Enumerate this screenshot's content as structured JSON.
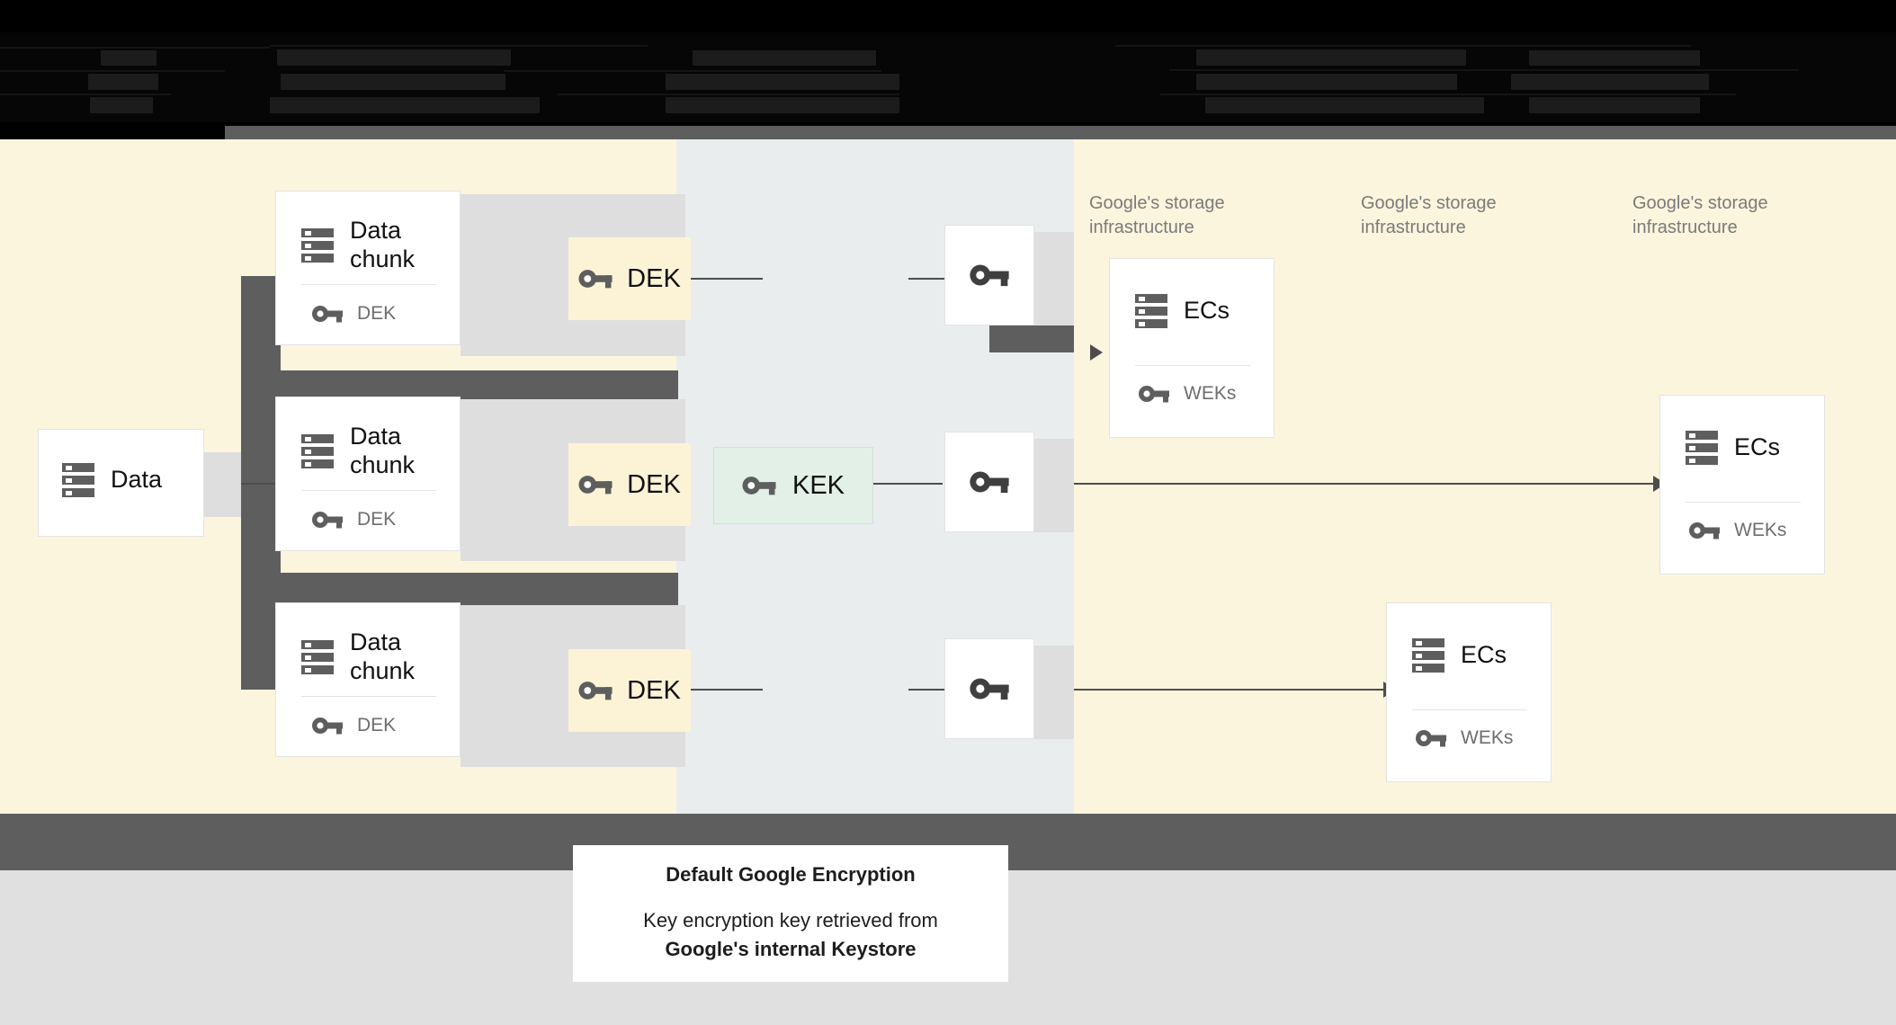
{
  "header": {
    "note": "obscured-dark-text",
    "rows": 3
  },
  "zones": [
    {
      "label": "Google's storage\ninfrastructure"
    },
    {
      "label": "Google's storage\ninfrastructure"
    },
    {
      "label": "Google's storage\ninfrastructure"
    }
  ],
  "source": {
    "label": "Data",
    "icon": "storage-icon"
  },
  "chunks": [
    {
      "title": "Data\nchunk",
      "key_label": "DEK",
      "icon": "storage-icon",
      "key_icon": "key-icon"
    },
    {
      "title": "Data\nchunk",
      "key_label": "DEK",
      "icon": "storage-icon",
      "key_icon": "key-icon"
    },
    {
      "title": "Data\nchunk",
      "key_label": "DEK",
      "icon": "storage-icon",
      "key_icon": "key-icon"
    }
  ],
  "deks": [
    {
      "label": "DEK",
      "icon": "key-icon"
    },
    {
      "label": "DEK",
      "icon": "key-icon"
    },
    {
      "label": "DEK",
      "icon": "key-icon"
    }
  ],
  "kek": {
    "label": "KEK",
    "icon": "key-icon"
  },
  "wrapped_keys": [
    {
      "icon": "key-icon"
    },
    {
      "icon": "key-icon"
    },
    {
      "icon": "key-icon"
    }
  ],
  "ec_cards": [
    {
      "title": "ECs",
      "key_label": "WEKs",
      "icon": "storage-icon",
      "key_icon": "key-icon"
    },
    {
      "title": "ECs",
      "key_label": "WEKs",
      "icon": "storage-icon",
      "key_icon": "key-icon"
    },
    {
      "title": "ECs",
      "key_label": "WEKs",
      "icon": "storage-icon",
      "key_icon": "key-icon"
    }
  ],
  "caption": {
    "title": "Default Google Encryption",
    "line1": "Key encryption key retrieved from",
    "line2": "Google's internal Keystore"
  },
  "colors": {
    "cream": "#fcf5de",
    "bluegray": "#e9edee",
    "dek_fill": "#fcf3d6",
    "kek_fill": "#e2f0e8",
    "slab": "#5e5e5e",
    "icon": "#5e5e5e",
    "footer_gray": "#e0e0e0"
  }
}
